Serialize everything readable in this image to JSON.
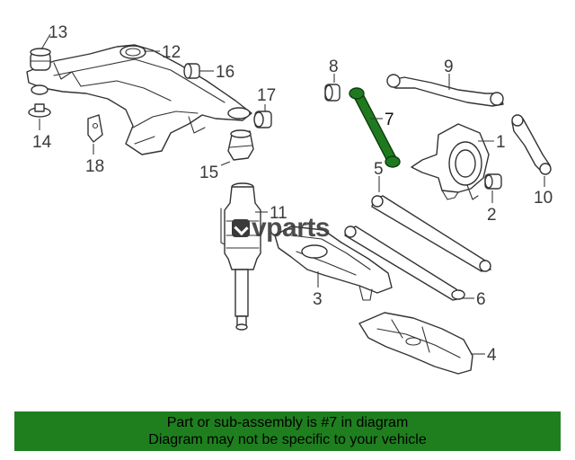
{
  "diagram": {
    "highlighted_part": "7",
    "callouts": [
      {
        "id": "c1",
        "label": "1"
      },
      {
        "id": "c2",
        "label": "2"
      },
      {
        "id": "c3",
        "label": "3"
      },
      {
        "id": "c4",
        "label": "4"
      },
      {
        "id": "c5",
        "label": "5"
      },
      {
        "id": "c6",
        "label": "6"
      },
      {
        "id": "c7",
        "label": "7"
      },
      {
        "id": "c8",
        "label": "8"
      },
      {
        "id": "c9",
        "label": "9"
      },
      {
        "id": "c10",
        "label": "10"
      },
      {
        "id": "c11",
        "label": "11"
      },
      {
        "id": "c12",
        "label": "12"
      },
      {
        "id": "c13",
        "label": "13"
      },
      {
        "id": "c14",
        "label": "14"
      },
      {
        "id": "c15",
        "label": "15"
      },
      {
        "id": "c16",
        "label": "16"
      },
      {
        "id": "c17",
        "label": "17"
      },
      {
        "id": "c18",
        "label": "18"
      }
    ]
  },
  "watermark": {
    "text": "vparts"
  },
  "banner": {
    "line1": "Part or sub-assembly is #7 in diagram",
    "line2": "Diagram may not be specific to your vehicle"
  },
  "colors": {
    "highlight": "#1f7a1f",
    "banner": "#1f7f1f",
    "ink": "#333333"
  }
}
